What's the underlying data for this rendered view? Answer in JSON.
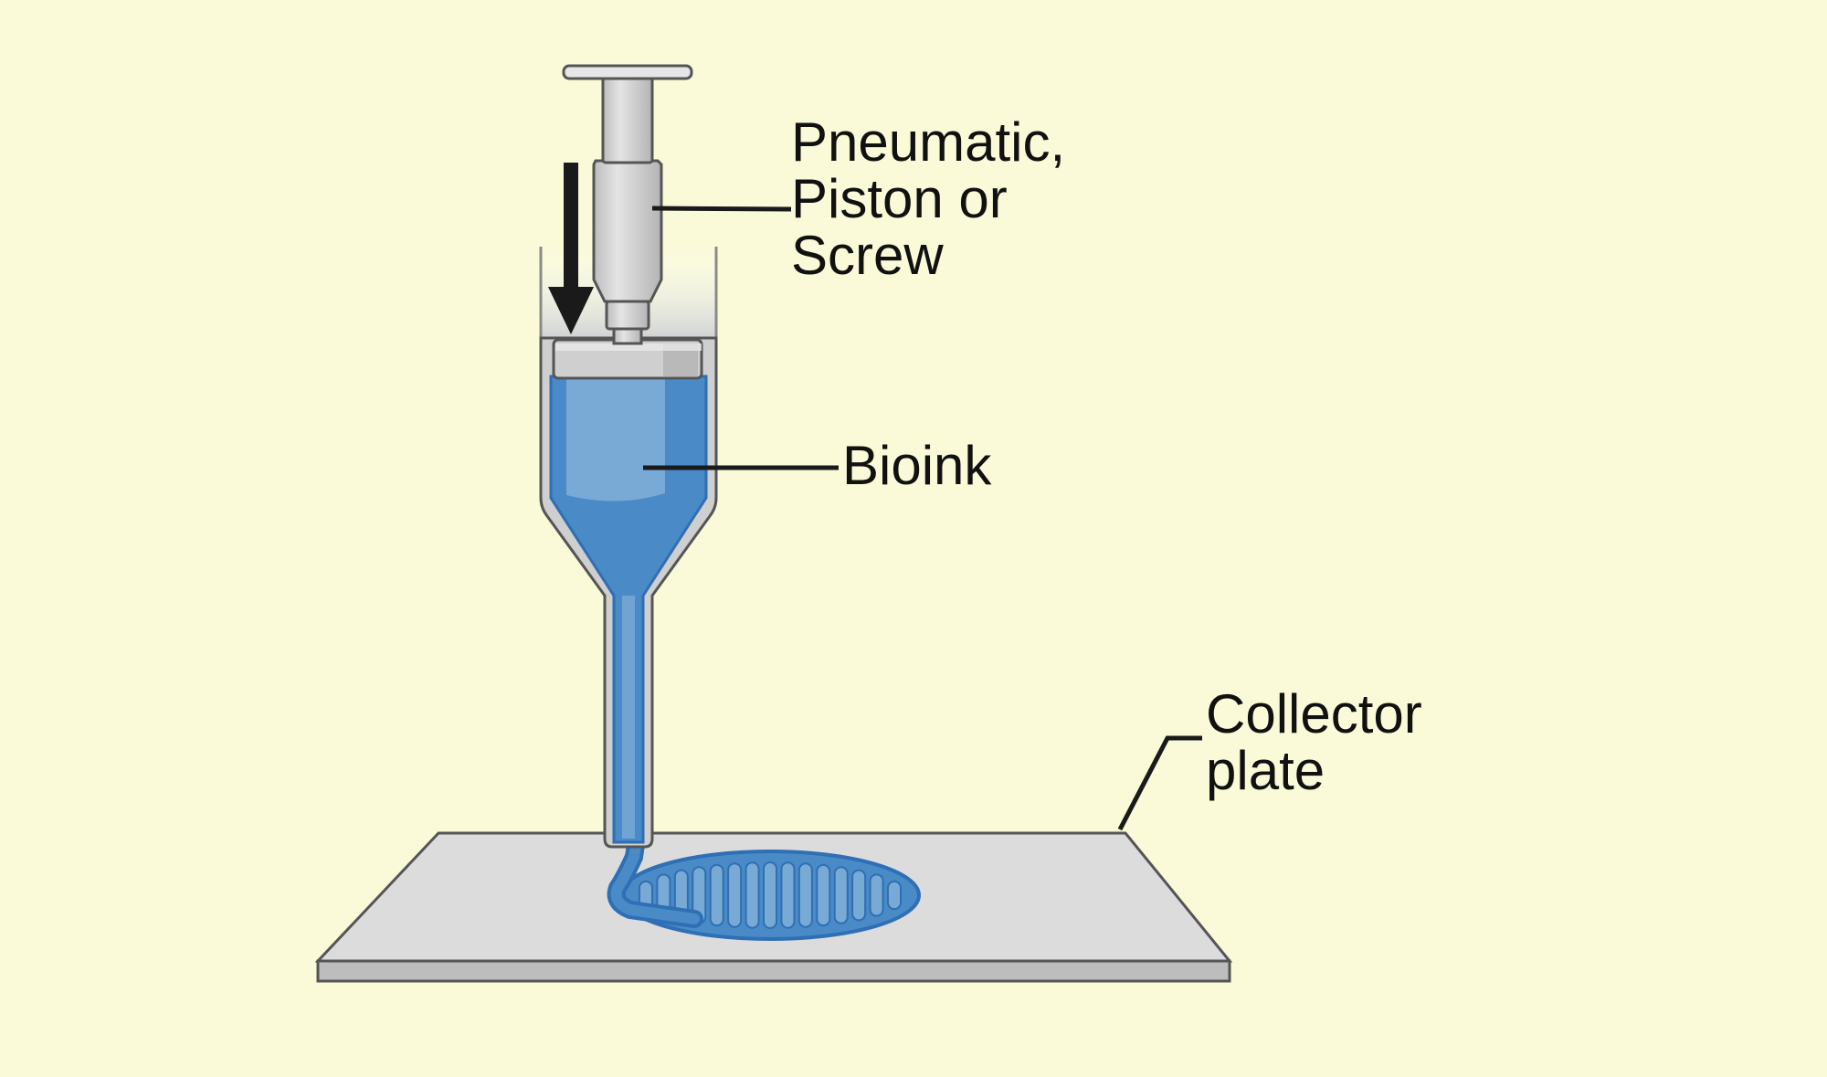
{
  "background_color": "#fafad9",
  "labels": {
    "mechanism": [
      "Pneumatic,",
      "Piston or",
      "Screw"
    ],
    "bioink": "Bioink",
    "collector": [
      "Collector",
      "plate"
    ]
  },
  "colors": {
    "bioink": "#4a8ac6",
    "bioink_light": "#79aad6",
    "bioink_outline": "#2e6fb5",
    "metal": "#cfcfcf",
    "plate_top": "#dcdcdc",
    "plate_edge": "#bdbdbd",
    "outline": "#555555",
    "arrow": "#1a1a1a",
    "leader": "#1a1a1a"
  },
  "icons": {
    "direction": "down-arrow-icon"
  }
}
